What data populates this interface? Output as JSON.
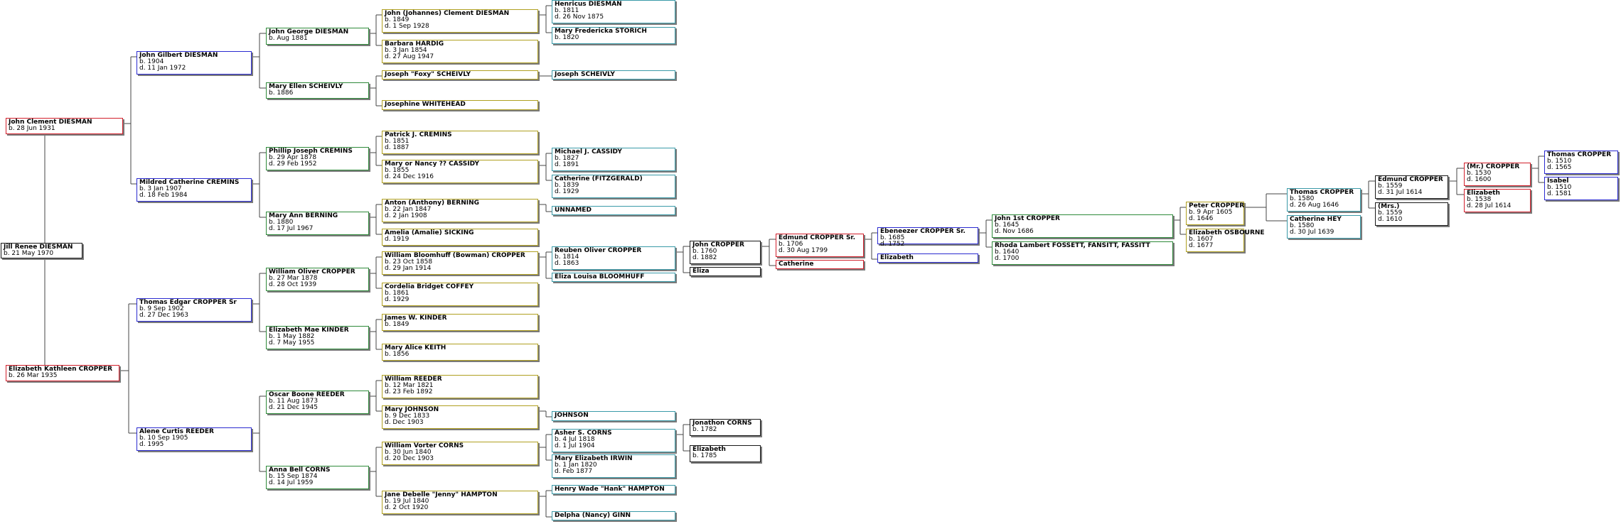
{
  "chart": {
    "colors": {
      "black": "#1a1a1a",
      "red": "#d21f2b",
      "blue": "#2a2ad0",
      "green": "#2e8a3a",
      "olive": "#b0a020",
      "teal": "#3a9aa8"
    },
    "people": [
      {
        "id": "jill",
        "name": "Jill Renee DIESMAN",
        "lines": [
          "b. 21 May 1970"
        ],
        "color": "black"
      },
      {
        "id": "jcd",
        "name": "John Clement DIESMAN",
        "lines": [
          "b. 28 Jun 1931"
        ],
        "color": "red"
      },
      {
        "id": "ekc",
        "name": "Elizabeth Kathleen CROPPER",
        "lines": [
          "b. 26 Mar 1935"
        ],
        "color": "red"
      },
      {
        "id": "jgd",
        "name": "John Gilbert DIESMAN",
        "lines": [
          "b. 1904",
          "d. 11 Jan 1972"
        ],
        "color": "blue"
      },
      {
        "id": "mcc",
        "name": "Mildred Catherine CREMINS",
        "lines": [
          "b. 3 Jan 1907",
          "d. 18 Feb 1984"
        ],
        "color": "blue"
      },
      {
        "id": "tec",
        "name": "Thomas Edgar CROPPER Sr",
        "lines": [
          "b. 9 Sep 1902",
          "d. 27 Dec 1963"
        ],
        "color": "blue"
      },
      {
        "id": "acr",
        "name": "Alene Curtis REEDER",
        "lines": [
          "b. 10 Sep 1905",
          "d. 1995"
        ],
        "color": "blue"
      },
      {
        "id": "jgd2",
        "name": "John George DIESMAN",
        "lines": [
          "b. Aug 1881"
        ],
        "color": "green"
      },
      {
        "id": "mes",
        "name": "Mary Ellen SCHEIVLY",
        "lines": [
          "b. 1886"
        ],
        "color": "green"
      },
      {
        "id": "pjc",
        "name": "Phillip Joseph CREMINS",
        "lines": [
          "b. 29 Apr 1878",
          "d. 29 Feb 1952"
        ],
        "color": "green"
      },
      {
        "id": "mab",
        "name": "Mary Ann BERNING",
        "lines": [
          "b. 1880",
          "d. 17 Jul 1967"
        ],
        "color": "green"
      },
      {
        "id": "woc",
        "name": "William Oliver CROPPER",
        "lines": [
          "b. 27 Mar 1878",
          "d. 28 Oct 1939"
        ],
        "color": "green"
      },
      {
        "id": "emk",
        "name": "Elizabeth Mae KINDER",
        "lines": [
          "b. 1 May 1882",
          "d. 7 May 1955"
        ],
        "color": "green"
      },
      {
        "id": "obr",
        "name": "Oscar Boone REEDER",
        "lines": [
          "b. 11 Aug 1873",
          "d. 21 Dec 1945"
        ],
        "color": "green"
      },
      {
        "id": "abc",
        "name": "Anna Bell CORNS",
        "lines": [
          "b. 15 Sep 1874",
          "d. 14 Jul 1959"
        ],
        "color": "green"
      },
      {
        "id": "jjcd",
        "name": "John (Johannes) Clement DIESMAN",
        "lines": [
          "b. 1849",
          "d. 1 Sep 1928"
        ],
        "color": "olive"
      },
      {
        "id": "bh",
        "name": "Barbara HARDIG",
        "lines": [
          "b. 3 Jan 1854",
          "d. 27 Aug 1947"
        ],
        "color": "olive"
      },
      {
        "id": "jfs",
        "name": "Joseph \"Foxy\" SCHEIVLY",
        "lines": [],
        "color": "olive"
      },
      {
        "id": "jw",
        "name": "Josephine WHITEHEAD",
        "lines": [],
        "color": "olive"
      },
      {
        "id": "pjcr",
        "name": "Patrick J. CREMINS",
        "lines": [
          "b. 1851",
          "d. 1887"
        ],
        "color": "olive"
      },
      {
        "id": "mnc",
        "name": "Mary or Nancy ?? CASSIDY",
        "lines": [
          "b. 1855",
          "d. 24 Dec 1916"
        ],
        "color": "olive"
      },
      {
        "id": "aab",
        "name": "Anton (Anthony) BERNING",
        "lines": [
          "b. 22 Jan 1847",
          "d. 2 Jan 1908"
        ],
        "color": "olive"
      },
      {
        "id": "aas",
        "name": "Amelia (Amalie) SICKING",
        "lines": [
          "d. 1919"
        ],
        "color": "olive"
      },
      {
        "id": "wbc",
        "name": "William Bloomhuff (Bowman) CROPPER",
        "lines": [
          "b. 23 Oct 1858",
          "d. 29 Jan 1914"
        ],
        "color": "olive"
      },
      {
        "id": "cbc",
        "name": "Cordelia Bridget COFFEY",
        "lines": [
          "b. 1861",
          "d. 1929"
        ],
        "color": "olive"
      },
      {
        "id": "jwk",
        "name": "James W. KINDER",
        "lines": [
          "b. 1849"
        ],
        "color": "olive"
      },
      {
        "id": "mak",
        "name": "Mary Alice KEITH",
        "lines": [
          "b. 1856"
        ],
        "color": "olive"
      },
      {
        "id": "wr",
        "name": "William REEDER",
        "lines": [
          "b. 12 Mar 1821",
          "d. 23 Feb 1892"
        ],
        "color": "olive"
      },
      {
        "id": "mj",
        "name": "Mary JOHNSON",
        "lines": [
          "b. 9 Dec 1833",
          "d. Dec 1903"
        ],
        "color": "olive"
      },
      {
        "id": "wvc",
        "name": "William Vorter CORNS",
        "lines": [
          "b. 30 Jun 1840",
          "d. 20 Dec 1903"
        ],
        "color": "olive"
      },
      {
        "id": "jdh",
        "name": "Jane Debelle \"Jenny\" HAMPTON",
        "lines": [
          "b. 19 Jul 1840",
          "d. 2 Oct 1920"
        ],
        "color": "olive"
      },
      {
        "id": "hd",
        "name": "Henricus DIESMAN",
        "lines": [
          "b. 1811",
          "d. 26 Nov 1875"
        ],
        "color": "teal"
      },
      {
        "id": "mfs",
        "name": "Mary Fredericka STORICH",
        "lines": [
          "b. 1820"
        ],
        "color": "teal"
      },
      {
        "id": "js",
        "name": "Joseph SCHEIVLY",
        "lines": [],
        "color": "teal"
      },
      {
        "id": "mjc",
        "name": "Michael J. CASSIDY",
        "lines": [
          "b. 1827",
          "d. 1891"
        ],
        "color": "teal"
      },
      {
        "id": "cf",
        "name": "Catherine (FITZGERALD)",
        "lines": [
          "b. 1839",
          "d. 1929"
        ],
        "color": "teal"
      },
      {
        "id": "unn",
        "name": "UNNAMED",
        "lines": [],
        "color": "teal"
      },
      {
        "id": "roc",
        "name": "Reuben Oliver CROPPER",
        "lines": [
          "b. 1814",
          "d. 1863"
        ],
        "color": "teal"
      },
      {
        "id": "elb",
        "name": "Eliza Louisa BLOOMHUFF",
        "lines": [],
        "color": "teal"
      },
      {
        "id": "jhn",
        "name": "JOHNSON",
        "lines": [],
        "color": "teal"
      },
      {
        "id": "asc",
        "name": "Asher S. CORNS",
        "lines": [
          "b. 4 Jul 1818",
          "d. 1 Jul 1904"
        ],
        "color": "teal"
      },
      {
        "id": "mei",
        "name": "Mary Elizabeth IRWIN",
        "lines": [
          "b. 1 Jan 1820",
          "d. Feb 1877"
        ],
        "color": "teal"
      },
      {
        "id": "hwh",
        "name": "Henry Wade \"Hank\" HAMPTON",
        "lines": [],
        "color": "teal"
      },
      {
        "id": "dng",
        "name": "Delpha (Nancy) GINN",
        "lines": [],
        "color": "teal"
      },
      {
        "id": "jc1",
        "name": "John CROPPER",
        "lines": [
          "b. 1760",
          "d. 1882"
        ],
        "color": "black"
      },
      {
        "id": "eliza",
        "name": "Eliza",
        "lines": [],
        "color": "black"
      },
      {
        "id": "jonc",
        "name": "Jonathon CORNS",
        "lines": [
          "b. 1782"
        ],
        "color": "black"
      },
      {
        "id": "eliz1",
        "name": "Elizabeth",
        "lines": [
          "b. 1785"
        ],
        "color": "black"
      },
      {
        "id": "ecs",
        "name": "Edmund CROPPER Sr.",
        "lines": [
          "b. 1706",
          "d. 30 Aug 1799"
        ],
        "color": "red"
      },
      {
        "id": "cath1",
        "name": "Catherine",
        "lines": [],
        "color": "red"
      },
      {
        "id": "ebcs",
        "name": "Ebeneezer CROPPER Sr.",
        "lines": [
          "b. 1685",
          "d. 1752"
        ],
        "color": "blue"
      },
      {
        "id": "eliz2",
        "name": "Elizabeth",
        "lines": [],
        "color": "blue"
      },
      {
        "id": "j1c",
        "name": "John 1st CROPPER",
        "lines": [
          "b. 1645",
          "d. Nov 1686"
        ],
        "color": "green"
      },
      {
        "id": "rlf",
        "name": "Rhoda Lambert FOSSETT, FANSITT, FASSITT",
        "lines": [
          "b. 1640",
          "d. 1700"
        ],
        "color": "green"
      },
      {
        "id": "pc",
        "name": "Peter CROPPER",
        "lines": [
          "b. 9 Apr 1605",
          "d. 1646"
        ],
        "color": "olive"
      },
      {
        "id": "eo",
        "name": "Elizabeth OSBOURNE",
        "lines": [
          "b. 1607",
          "d. 1677"
        ],
        "color": "olive"
      },
      {
        "id": "tc1",
        "name": "Thomas CROPPER",
        "lines": [
          "b. 1580",
          "d. 26 Aug 1646"
        ],
        "color": "teal"
      },
      {
        "id": "ch",
        "name": "Catherine HEY",
        "lines": [
          "b. 1580",
          "d. 30 Jul 1639"
        ],
        "color": "teal"
      },
      {
        "id": "edc",
        "name": "Edmund CROPPER",
        "lines": [
          "b. 1559",
          "d. 31 Jul 1614"
        ],
        "color": "black"
      },
      {
        "id": "mrs",
        "name": "(Mrs.)",
        "lines": [
          "b. 1559",
          "d. 1610"
        ],
        "color": "black"
      },
      {
        "id": "mrc",
        "name": "(Mr.) CROPPER",
        "lines": [
          "b. 1530",
          "d. 1600"
        ],
        "color": "red"
      },
      {
        "id": "eliz3",
        "name": "Elizabeth",
        "lines": [
          "b. 1538",
          "d. 28 Jul 1614"
        ],
        "color": "red"
      },
      {
        "id": "tc2",
        "name": "Thomas CROPPER",
        "lines": [
          "b. 1510",
          "d. 1565"
        ],
        "color": "blue"
      },
      {
        "id": "isb",
        "name": "Isabel",
        "lines": [
          "b. 1510",
          "d. 1581"
        ],
        "color": "blue"
      }
    ]
  }
}
